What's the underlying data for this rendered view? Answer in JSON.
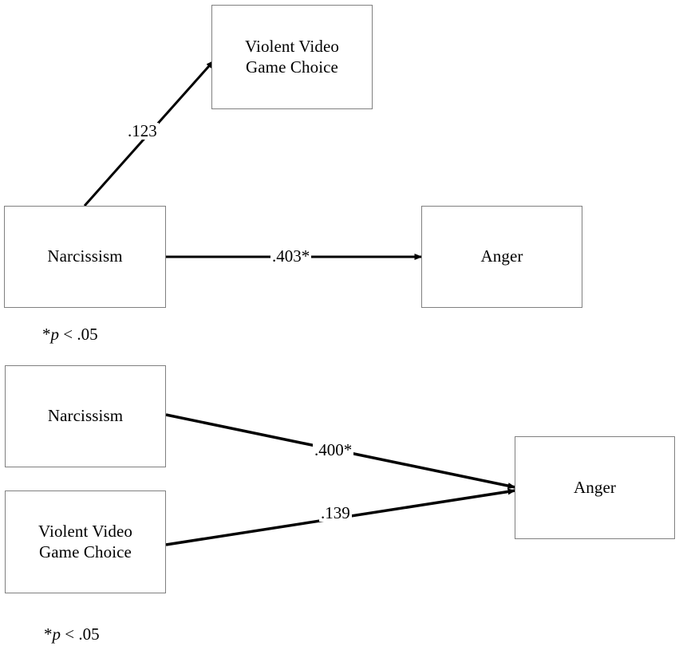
{
  "diagram": {
    "type": "path-diagram",
    "title": "",
    "panels": [
      {
        "id": "panel-top",
        "name": "mediator-model",
        "nodes": [
          {
            "id": "vvgc-top",
            "label": "Violent Video\nGame Choice"
          },
          {
            "id": "narcissism-top",
            "label": "Narcissism"
          },
          {
            "id": "anger-top",
            "label": "Anger"
          }
        ],
        "edges": [
          {
            "id": "edge-narc-vvgc",
            "from": "narcissism-top",
            "to": "vvgc-top",
            "label": ".123",
            "significant": false
          },
          {
            "id": "edge-narc-anger",
            "from": "narcissism-top",
            "to": "anger-top",
            "label": ".403*",
            "significant": true
          }
        ],
        "note": {
          "star": "*",
          "italic": "p",
          "rest": " < .05"
        }
      },
      {
        "id": "panel-bottom",
        "name": "direct-effects-model",
        "nodes": [
          {
            "id": "narcissism-bot",
            "label": "Narcissism"
          },
          {
            "id": "vvgc-bot",
            "label": "Violent Video\nGame Choice"
          },
          {
            "id": "anger-bot",
            "label": "Anger"
          }
        ],
        "edges": [
          {
            "id": "edge-narc-anger-bot",
            "from": "narcissism-bot",
            "to": "anger-bot",
            "label": ".400*",
            "significant": true
          },
          {
            "id": "edge-vvgc-anger-bot",
            "from": "vvgc-bot",
            "to": "anger-bot",
            "label": ".139",
            "significant": false
          }
        ],
        "note": {
          "star": "*",
          "italic": "p",
          "rest": " < .05"
        }
      }
    ],
    "colors": {
      "box_border": "#808080",
      "arrow": "#000000",
      "text": "#000000",
      "background": "#ffffff"
    }
  }
}
